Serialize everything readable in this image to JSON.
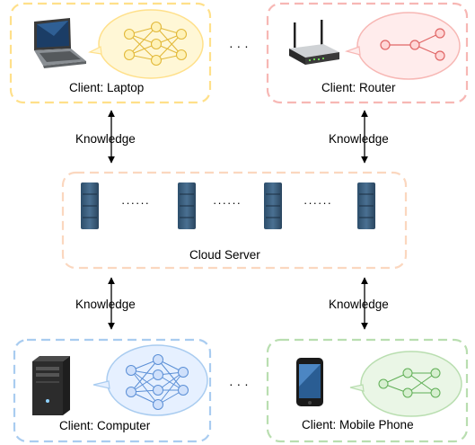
{
  "clients": {
    "laptop": {
      "label": "Client: Laptop",
      "border_color": "#ffe08a",
      "bubble_color": "#fff7d6",
      "net_color": "#f0c84a",
      "device_icon": "laptop-icon",
      "network_icon": "neural-network-icon"
    },
    "router": {
      "label": "Client: Router",
      "border_color": "#f7b7b4",
      "bubble_color": "#ffecec",
      "net_color": "#e57373",
      "device_icon": "router-icon",
      "network_icon": "neural-network-icon"
    },
    "computer": {
      "label": "Client: Computer",
      "border_color": "#a9ccf0",
      "bubble_color": "#e6f0ff",
      "net_color": "#5b8fd6",
      "device_icon": "desktop-tower-icon",
      "network_icon": "neural-network-icon"
    },
    "mobile": {
      "label": "Client: Mobile Phone",
      "border_color": "#b9deb0",
      "bubble_color": "#eaf6e6",
      "net_color": "#6fb764",
      "device_icon": "smartphone-icon",
      "network_icon": "neural-network-icon"
    }
  },
  "server": {
    "label": "Cloud Server",
    "border_color": "#fbd7bf",
    "icon": "server-rack-icon",
    "dots": [
      "······",
      "······",
      "······"
    ]
  },
  "links": {
    "top_left": "Knowledge",
    "top_right": "Knowledge",
    "bottom_left": "Knowledge",
    "bottom_right": "Knowledge"
  },
  "ellipsis": {
    "top": "· · ·",
    "bottom": "· · ·"
  }
}
